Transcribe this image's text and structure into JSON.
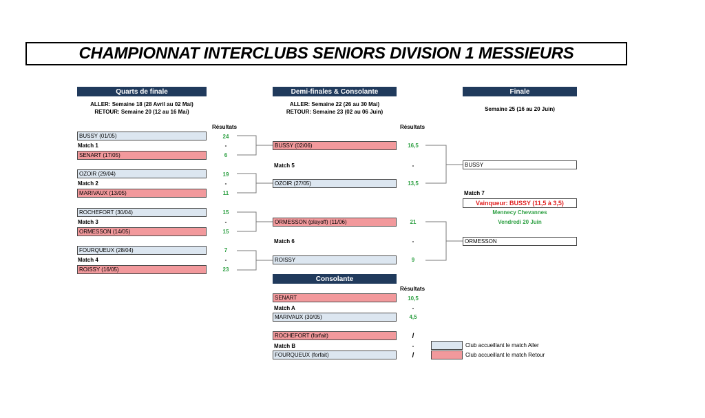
{
  "title": "CHAMPIONNAT INTERCLUBS SENIORS DIVISION 1 MESSIEURS",
  "results_label": "Résultats",
  "quarters": {
    "header": "Quarts de finale",
    "aller": "ALLER: Semaine 18 (28 Avril au 02 Mai)",
    "retour": "RETOUR: Semaine 20 (12 au 16 Mai)",
    "matches": [
      {
        "label": "Match 1",
        "home": "BUSSY (01/05)",
        "away": "SENART (17/05)",
        "score_home": "24",
        "score_away": "6"
      },
      {
        "label": "Match 2",
        "home": "OZOIR (29/04)",
        "away": "MARIVAUX (13/05)",
        "score_home": "19",
        "score_away": "11"
      },
      {
        "label": "Match 3",
        "home": "ROCHEFORT (30/04)",
        "away": "ORMESSON (14/05)",
        "score_home": "15",
        "score_away": "15"
      },
      {
        "label": "Match 4",
        "home": "FOURQUEUX (28/04)",
        "away": "ROISSY (16/05)",
        "score_home": "7",
        "score_away": "23"
      }
    ]
  },
  "semis": {
    "header": "Demi-finales & Consolante",
    "aller": "ALLER: Semaine 22 (26 au 30 Mai)",
    "retour": "RETOUR: Semaine 23 (02 au 06 Juin)",
    "matches": [
      {
        "label": "Match 5",
        "home": "BUSSY (02/06)",
        "away": "OZOIR (27/05)",
        "score_home": "16,5",
        "score_away": "13,5"
      },
      {
        "label": "Match 6",
        "home": "ORMESSON (playoff) (11/06)",
        "away": "ROISSY",
        "score_home": "21",
        "score_away": "9"
      }
    ]
  },
  "consolante": {
    "header": "Consolante",
    "matches": [
      {
        "label": "Match A",
        "home": "SENART",
        "away": "MARIVAUX (30/05)",
        "score_home": "10,5",
        "score_away": "4,5"
      },
      {
        "label": "Match B",
        "home": "ROCHEFORT (forfait)",
        "away": "FOURQUEUX (forfait)",
        "score_home": "/",
        "score_away": "/"
      }
    ]
  },
  "final": {
    "header": "Finale",
    "schedule": "Semaine 25 (16 au 20 Juin)",
    "team1": "BUSSY",
    "team2": "ORMESSON",
    "match_label": "Match 7",
    "winner": "Vainqueur: BUSSY (11,5 à 3,5)",
    "venue": "Mennecy Chevannes",
    "date": "Vendredi 20 Juin"
  },
  "dash": "-",
  "legend": {
    "aller": "Club accueillant le match Aller",
    "retour": "Club accueillant le match Retour"
  },
  "colors": {
    "header_bg": "#203a5c",
    "aller_fill": "#dce6f0",
    "retour_fill": "#f2999c",
    "score_green": "#2ea043",
    "winner_red": "#e02020"
  }
}
